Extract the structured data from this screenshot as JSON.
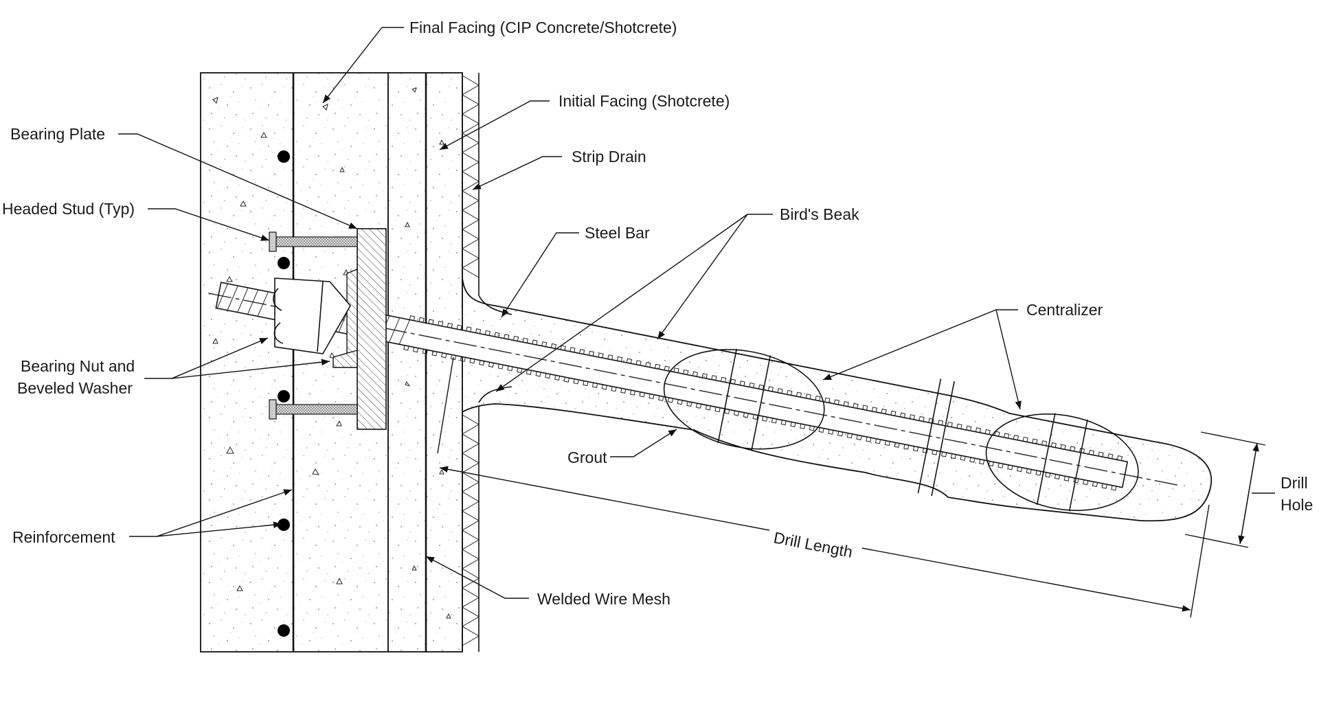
{
  "labels": {
    "final_facing": "Final Facing (CIP Concrete/Shotcrete)",
    "initial_facing": "Initial Facing (Shotcrete)",
    "strip_drain": "Strip Drain",
    "bearing_plate": "Bearing Plate",
    "headed_stud": "Headed Stud (Typ)",
    "birds_beak": "Bird's Beak",
    "steel_bar": "Steel Bar",
    "centralizer": "Centralizer",
    "bearing_nut_line1": "Bearing Nut and",
    "bearing_nut_line2": "Beveled Washer",
    "grout": "Grout",
    "drill_hole_line1": "Drill",
    "drill_hole_line2": "Hole",
    "reinforcement": "Reinforcement",
    "drill_length": "Drill Length",
    "welded_wire_mesh": "Welded Wire Mesh"
  }
}
